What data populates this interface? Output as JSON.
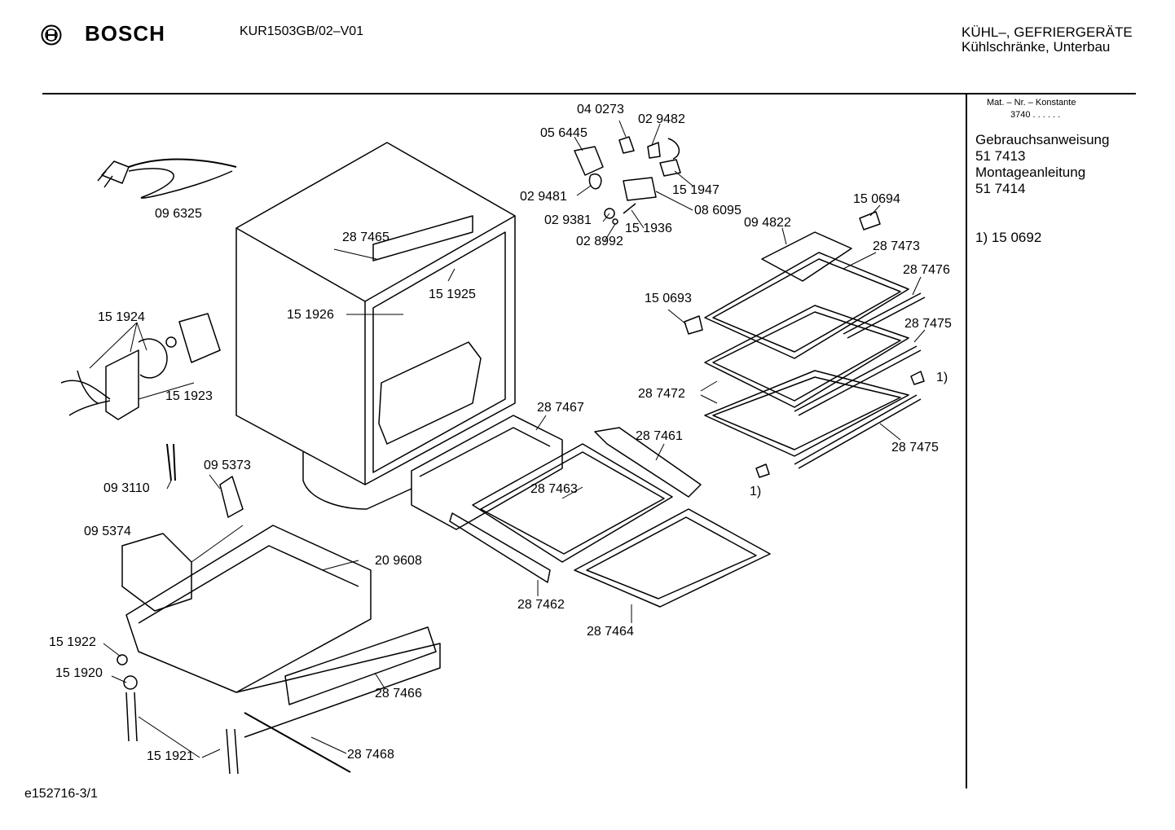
{
  "header": {
    "brand": "BOSCH",
    "model": "KUR1503GB/02–V01",
    "category_line1": "KÜHL–, GEFRIERGERÄTE",
    "category_line2": "Kühlschränke, Unterbau"
  },
  "sidebar": {
    "mat_label": "Mat. – Nr. – Konstante",
    "mat_value": "3740 . . . . . .",
    "docs": [
      {
        "title": "Gebrauchsanweisung",
        "number": "51 7413"
      },
      {
        "title": "Montageanleitung",
        "number": "51 7414"
      }
    ],
    "footnote": "1) 15 0692"
  },
  "parts": [
    "04 0273",
    "02 9482",
    "05 6445",
    "15 1947",
    "02 9481",
    "08 6095",
    "02 9381",
    "15 1936",
    "02 8992",
    "15 0694",
    "09 4822",
    "28 7473",
    "28 7476",
    "15 0693",
    "28 7475",
    "1)",
    "28 7472",
    "28 7475",
    "1)",
    "09 6325",
    "28 7465",
    "15 1925",
    "15 1926",
    "15 1924",
    "15 1923",
    "28 7467",
    "28 7461",
    "28 7463",
    "09 5373",
    "09 3110",
    "09 5374",
    "20 9608",
    "28 7462",
    "28 7464",
    "15 1922",
    "15 1920",
    "28 7466",
    "15 1921",
    "28 7468"
  ],
  "footer": {
    "code": "e152716-3/1"
  }
}
